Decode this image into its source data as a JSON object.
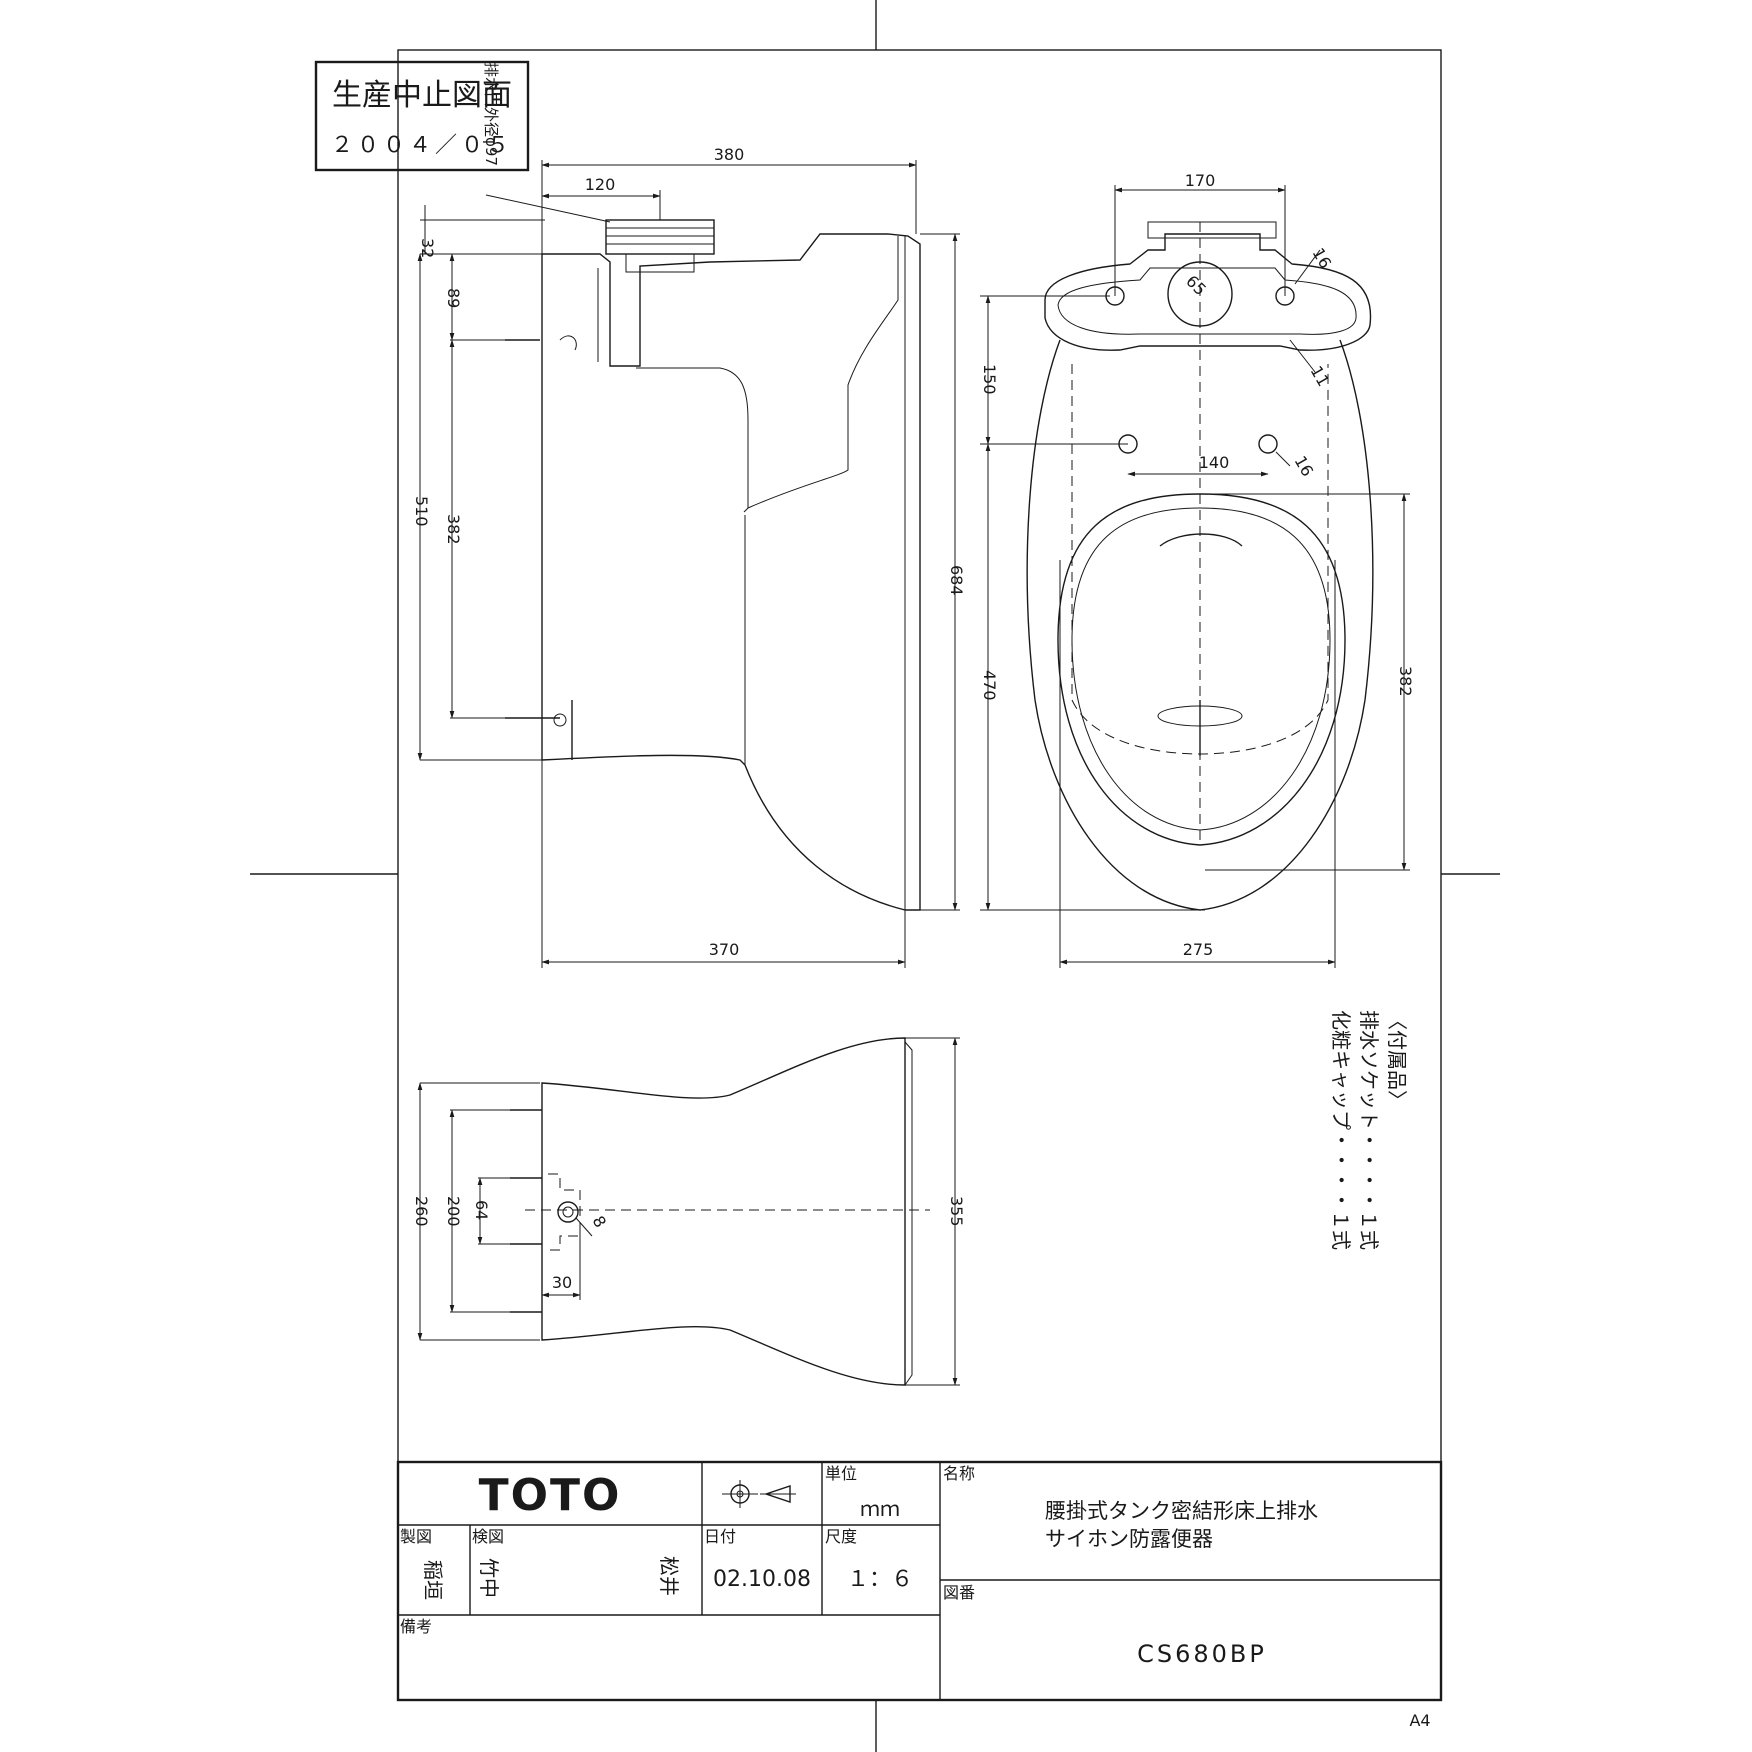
{
  "stamp": {
    "line1": "生産中止図面",
    "line2": "２００４／０５"
  },
  "callout_drain": "排水口外径φ97",
  "side_view_dims": {
    "d380": "380",
    "d120": "120",
    "d32": "32",
    "d89": "89",
    "d510": "510",
    "d382": "382",
    "d684": "684",
    "d370": "370"
  },
  "front_view_dims": {
    "d170": "170",
    "d16a": "16",
    "d65": "65",
    "d150": "150",
    "d11": "11",
    "d140": "140",
    "d16b": "16",
    "d470": "470",
    "d382": "382",
    "d275": "275"
  },
  "top_view_dims": {
    "d260": "260",
    "d200": "200",
    "d64": "64",
    "d8": "8",
    "d30": "30",
    "d355": "355"
  },
  "accessories": {
    "heading": "〈付属品〉",
    "item1": "排水ソケット・・・・１式",
    "item2": "化粧キャップ・・・・１式"
  },
  "title_block": {
    "brand": "TOTO",
    "unit_label": "単位",
    "unit_value": "ｍｍ",
    "name_label": "名称",
    "name_line1": "腰掛式タンク密結形床上排水",
    "name_line2": "サイホン防露便器",
    "drawn_label": "製図",
    "drawn_value": "稲垣",
    "checked_label": "検図",
    "checked_value": "竹中",
    "approved_value": "松井",
    "date_label": "日付",
    "date_value": "02.10.08",
    "scale_label": "尺度",
    "scale_value": "１：６",
    "drawing_no_label": "図番",
    "drawing_no_value": "CS680BP",
    "remarks_label": "備考"
  },
  "paper_size": "A4"
}
